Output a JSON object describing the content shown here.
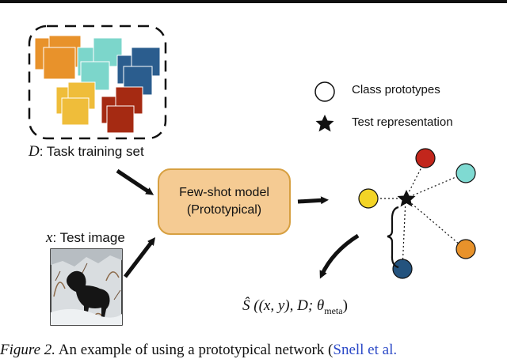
{
  "legend": {
    "prototypes_label": "Class prototypes",
    "test_label": "Test representation"
  },
  "task_set": {
    "symbol": "D",
    "label": ": Task training set",
    "colors": [
      "#e8922b",
      "#7cd6cb",
      "#2b5d8e",
      "#efbd3a",
      "#a52a12"
    ]
  },
  "test_image": {
    "symbol": "x",
    "label": ": Test image"
  },
  "model": {
    "line1": "Few-shot model",
    "line2": "(Prototypical)",
    "fill": "#f5cb93",
    "border": "#d7a041"
  },
  "formula": {
    "S": "Ŝ",
    "args": "((x, y), D; θ",
    "sub": "meta",
    "close": ")"
  },
  "caption": {
    "figure": "Figure 2.",
    "text": " An example of using a prototypical network (",
    "citation": "Snell et al."
  },
  "prototypes": [
    {
      "name": "yellow",
      "color": "#f3d426"
    },
    {
      "name": "red",
      "color": "#c2261c"
    },
    {
      "name": "teal",
      "color": "#7fdad2"
    },
    {
      "name": "orange",
      "color": "#e8922b"
    },
    {
      "name": "blue",
      "color": "#24537e"
    }
  ]
}
